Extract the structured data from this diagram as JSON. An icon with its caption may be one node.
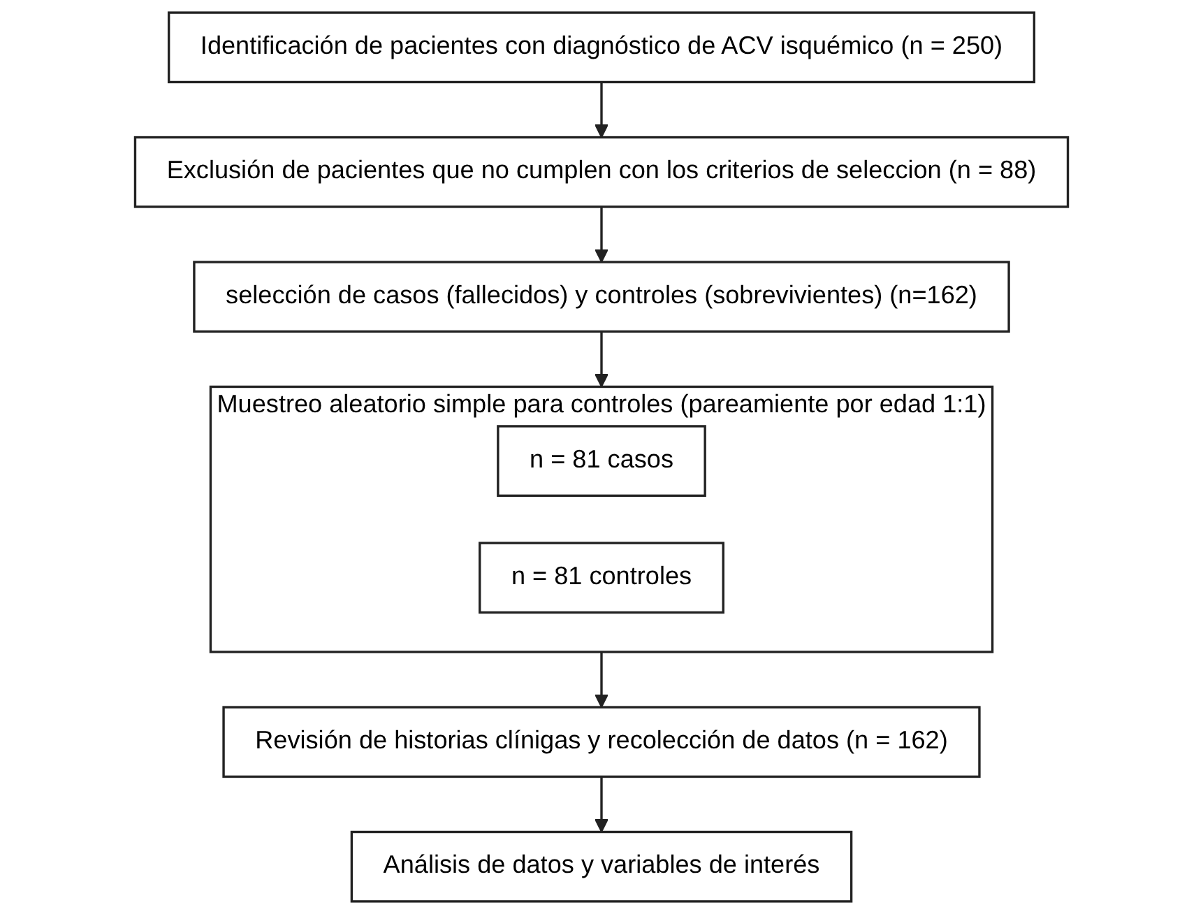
{
  "diagram": {
    "nodes": [
      {
        "text": [
          "Identificación de pacientes con diagnóstico de ACV isquémico (n = 250)"
        ]
      },
      {
        "text": [
          "Exclusión de pacientes que no cumplen con los criterios de seleccion (n = 88)"
        ]
      },
      {
        "text": [
          "selección de casos (fallecidos) y controles (sobrevivientes) (n=162)"
        ]
      },
      {
        "text": [
          "Muestreo aleatorio simple para controles (pareamiente por edad 1:1)"
        ]
      },
      {
        "text": [
          "n = 81 casos"
        ],
        "in": 3
      },
      {
        "text": [
          "n = 81 controles"
        ],
        "in": 3
      },
      {
        "text": [
          "Revisión de historias clínigas y recolección de datos (n = 162)"
        ]
      },
      {
        "text": [
          "Análisis de datos y variables de interés"
        ]
      }
    ],
    "edges": [
      {
        "from": 0,
        "to": 1,
        "arrow": "to"
      },
      {
        "from": 1,
        "to": 2,
        "arrow": "to"
      },
      {
        "from": 2,
        "to": 3,
        "arrow": "to"
      },
      {
        "from": 3,
        "to": 6,
        "arrow": "to"
      },
      {
        "from": 6,
        "to": 7,
        "arrow": "to"
      }
    ]
  }
}
